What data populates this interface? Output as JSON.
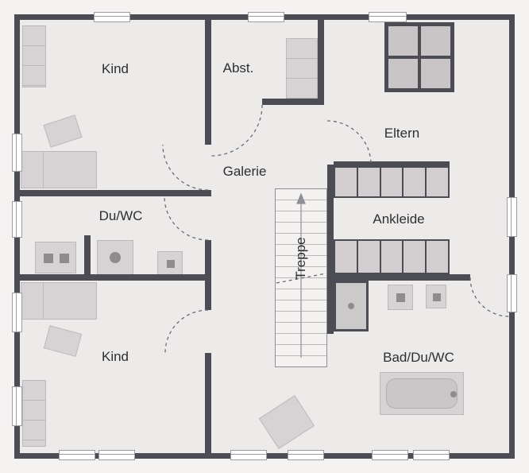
{
  "rooms": {
    "kind_top": {
      "label": "Kind"
    },
    "abst": {
      "label": "Abst."
    },
    "eltern": {
      "label": "Eltern"
    },
    "galerie": {
      "label": "Galerie"
    },
    "du_wc": {
      "label": "Du/WC"
    },
    "treppe": {
      "label": "Treppe"
    },
    "ankleide": {
      "label": "Ankleide"
    },
    "kind_bottom": {
      "label": "Kind"
    },
    "bad_du_wc": {
      "label": "Bad/Du/WC"
    }
  },
  "colors": {
    "bg": "#f4f3f1",
    "floor": "#edebe9",
    "wall": "#4c4c54",
    "furniture": "#d7d3d4",
    "furn-border": "#bdb9ba",
    "window-line": "#9b9ba1",
    "text": "#2e2e33",
    "dash": "#6a6a71",
    "stair-line": "#bab7b8",
    "cell": "#d2cecf",
    "panel": "#c9c5c6"
  }
}
